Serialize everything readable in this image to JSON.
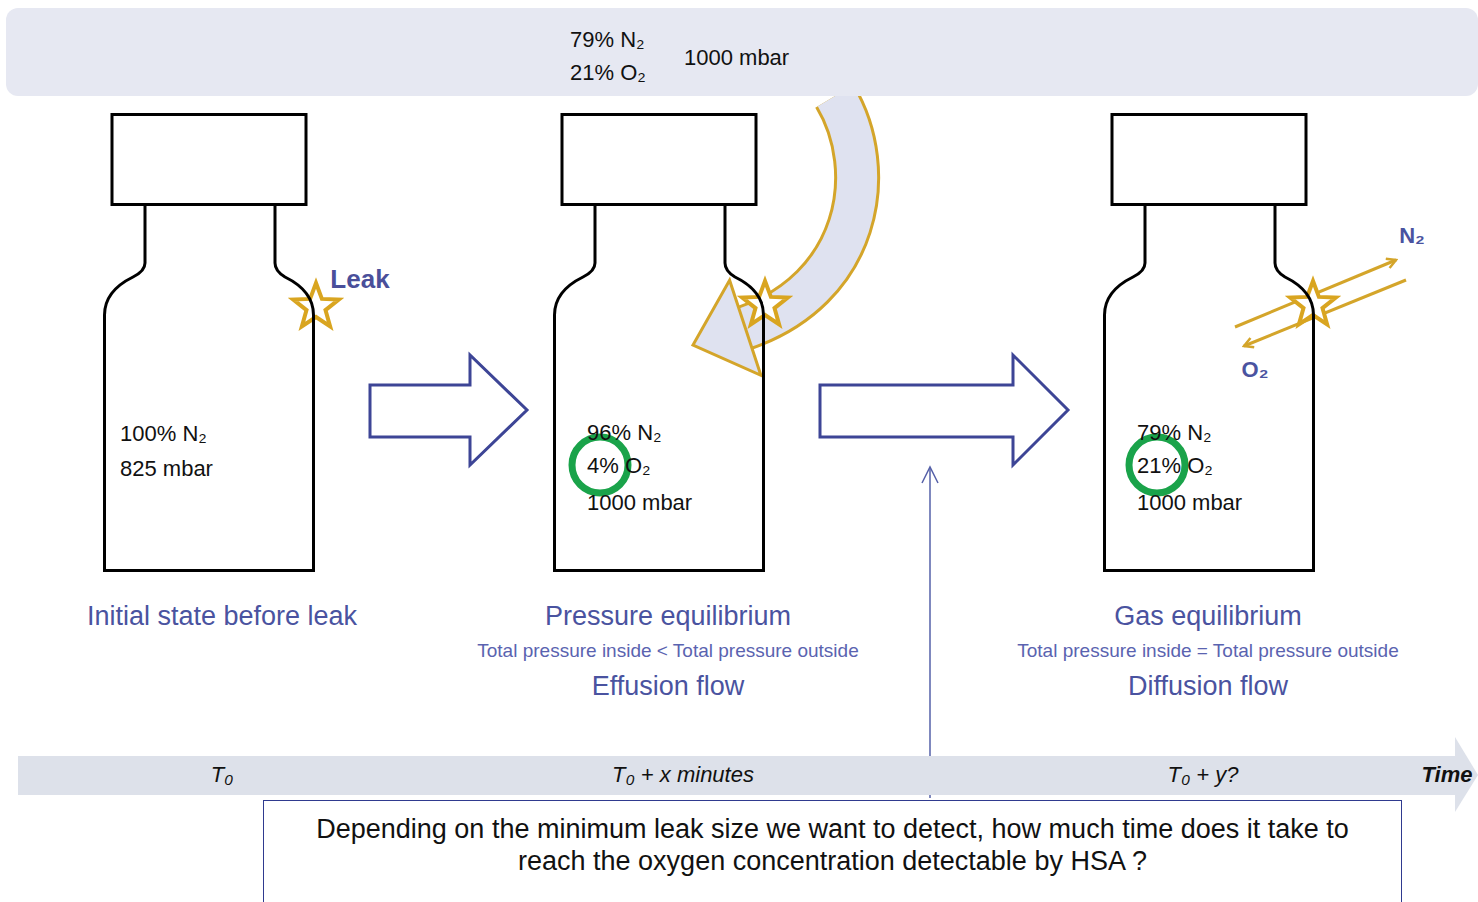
{
  "diagram": {
    "nodes": [
      {
        "text": [
          "79% N₂",
          "21% O₂",
          "1000 mbar"
        ]
      },
      {
        "text": [
          "100% N₂",
          "825 mbar"
        ]
      },
      {
        "text": [
          "96% N₂",
          "4% O₂",
          "1000 mbar"
        ]
      },
      {
        "text": [
          "79% N₂",
          "21% O₂",
          "1000 mbar"
        ]
      },
      {
        "text": [
          "T₀",
          "T₀ + x minutes",
          "T₀ + y?",
          "Time"
        ]
      },
      {
        "text": [
          "Depending on the minimum leak size we want to detect, how much time does it take to reach the oxygen concentration detectable by HSA ?"
        ]
      }
    ],
    "edges": [
      {
        "from": 0,
        "to": 2,
        "arrow": "to"
      }
    ],
    "labels": [
      "Leak",
      "N₂",
      "O₂",
      "Initial state before leak",
      "Pressure equilibrium",
      "Total pressure inside < Total pressure outside",
      "Effusion flow",
      "Gas equilibrium",
      "Total pressure inside = Total pressure outside",
      "Diffusion flow"
    ]
  }
}
